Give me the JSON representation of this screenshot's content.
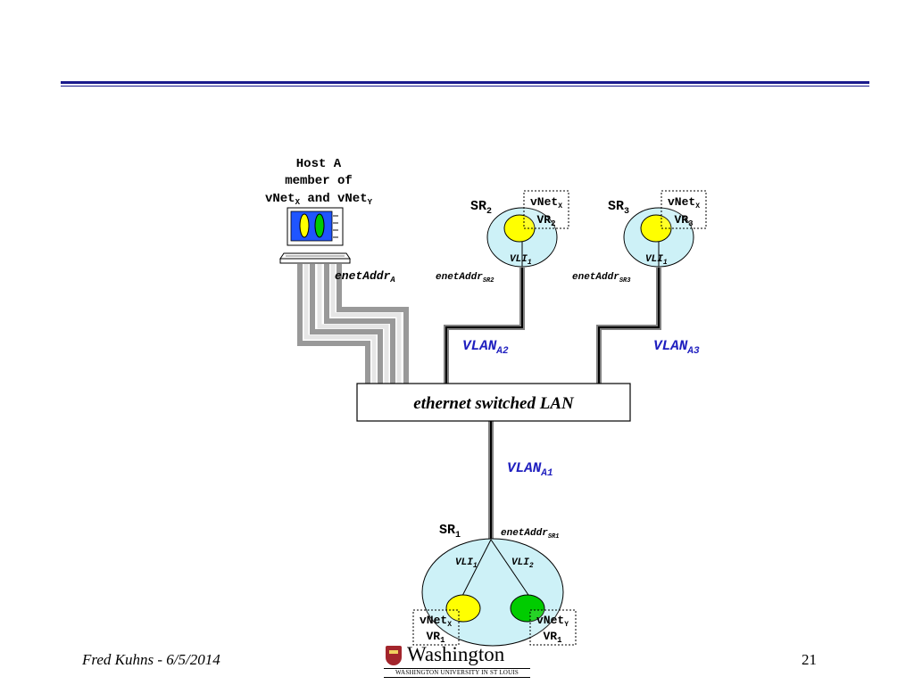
{
  "host": {
    "line1": "Host A",
    "line2": "member of",
    "line3_a": "vNet",
    "line3_a_sub": "X",
    "line3_mid": " and vNet",
    "line3_b_sub": "Y",
    "enet": "enetAddr",
    "enet_sub": "A"
  },
  "sr2": {
    "label": "SR",
    "label_sub": "2",
    "box_top": "vNet",
    "box_top_sub": "X",
    "box_bottom": "VR",
    "box_bottom_sub": "2",
    "vli": "VLI",
    "vli_sub": "1",
    "enet": "enetAddr",
    "enet_sub": "SR2"
  },
  "sr3": {
    "label": "SR",
    "label_sub": "3",
    "box_top": "vNet",
    "box_top_sub": "X",
    "box_bottom": "VR",
    "box_bottom_sub": "3",
    "vli": "VLI",
    "vli_sub": "1",
    "enet": "enetAddr",
    "enet_sub": "SR3"
  },
  "sr1": {
    "label": "SR",
    "label_sub": "1",
    "enet": "enetAddr",
    "enet_sub": "SR1",
    "vli_left": "VLI",
    "vli_left_sub": "1",
    "vli_right": "VLI",
    "vli_right_sub": "2",
    "left_box_top": "vNet",
    "left_box_top_sub": "X",
    "left_box_bottom": "VR",
    "left_box_bottom_sub": "1",
    "right_box_top": "vNet",
    "right_box_top_sub": "Y",
    "right_box_bottom": "VR",
    "right_box_bottom_sub": "1"
  },
  "vlans": {
    "a2": "VLAN",
    "a2_sub": "A2",
    "a3": "VLAN",
    "a3_sub": "A3",
    "a1": "VLAN",
    "a1_sub": "A1"
  },
  "lan": {
    "label": "ethernet switched LAN"
  },
  "footer": {
    "author_date": "Fred Kuhns - 6/5/2014",
    "page_number": "21",
    "logo_word": "Washington",
    "logo_sub": "WASHINGTON UNIVERSITY IN ST LOUIS"
  },
  "colors": {
    "title_rule": "#1a1a8c",
    "router_fill": "#cdf1f7",
    "vr_yellow": "#ffff00",
    "vr_green": "#00cc00",
    "vlan_text": "#1f1fbf"
  }
}
